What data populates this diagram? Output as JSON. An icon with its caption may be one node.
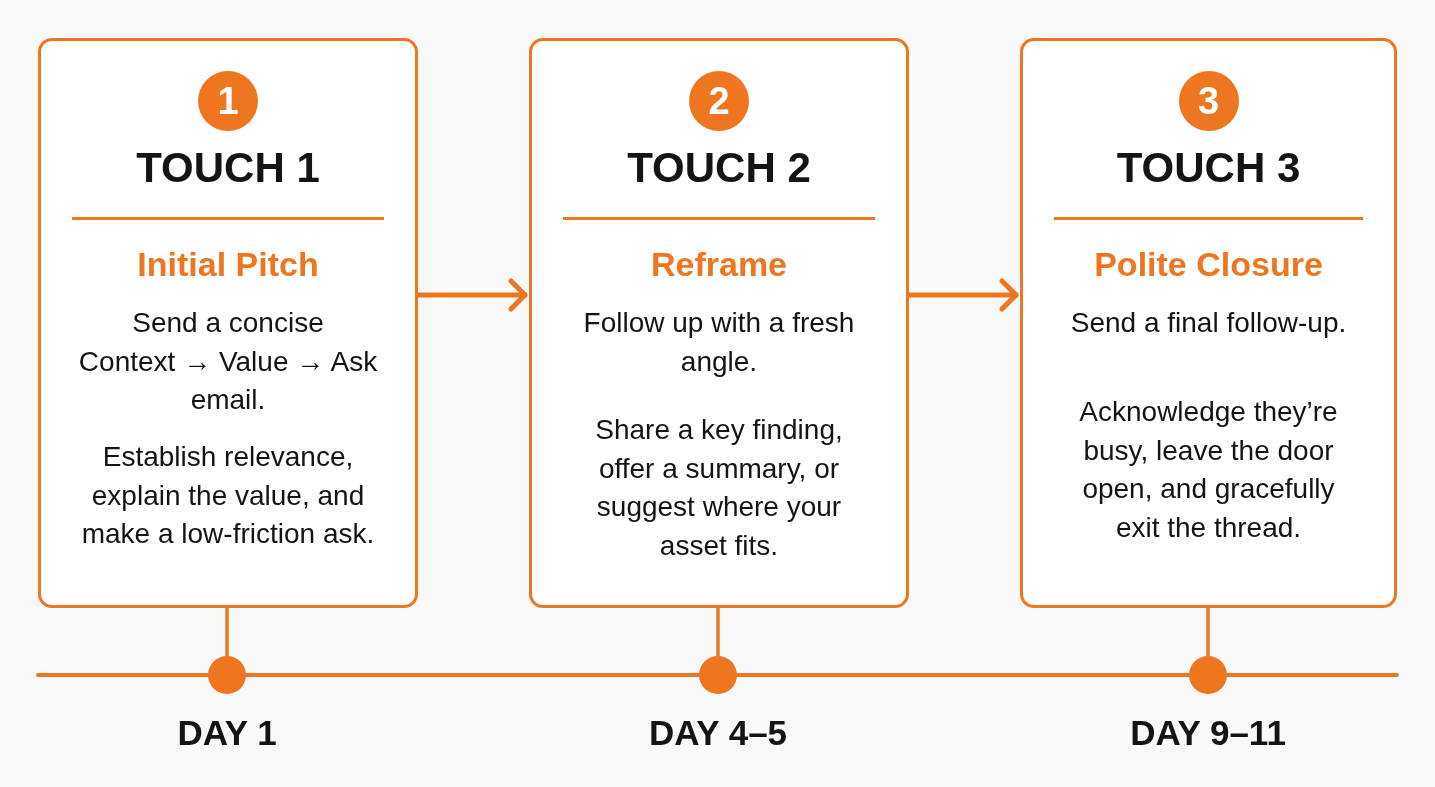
{
  "diagram": {
    "nodes": [
      {
        "text": [
          "TOUCH 1",
          "Initial Pitch",
          "Send a concise Context → Value → Ask email.",
          "Establish relevance, explain the value, and make a low-friction ask."
        ]
      },
      {
        "text": [
          "1"
        ],
        "in": 0
      },
      {
        "text": [
          "TOUCH 2",
          "Reframe",
          "Follow up with a fresh angle.",
          "Share a key finding, offer a summary, or suggest where your asset fits."
        ]
      },
      {
        "text": [
          "2"
        ],
        "in": 2
      },
      {
        "text": [
          "TOUCH 3",
          "Polite Closure",
          "Send a final follow-up.",
          "Acknowledge they’re busy, leave the door open, and gracefully exit the thread."
        ]
      },
      {
        "text": [
          "3"
        ],
        "in": 4
      },
      {
        "text": [],
        "shape": "circle",
        "beside": [
          "DAY 1"
        ]
      },
      {
        "text": [],
        "shape": "circle",
        "beside": [
          "DAY 4–5"
        ]
      },
      {
        "text": [],
        "shape": "circle",
        "beside": [
          "DAY 9–11"
        ]
      }
    ],
    "edges": [
      {
        "from": 0,
        "to": 2,
        "arrow": "to"
      },
      {
        "from": 2,
        "to": 4,
        "arrow": "to"
      },
      {
        "from": 0,
        "to": 6,
        "arrow": "none"
      },
      {
        "from": 2,
        "to": 7,
        "arrow": "none"
      },
      {
        "from": 4,
        "to": 8,
        "arrow": "none"
      }
    ]
  }
}
